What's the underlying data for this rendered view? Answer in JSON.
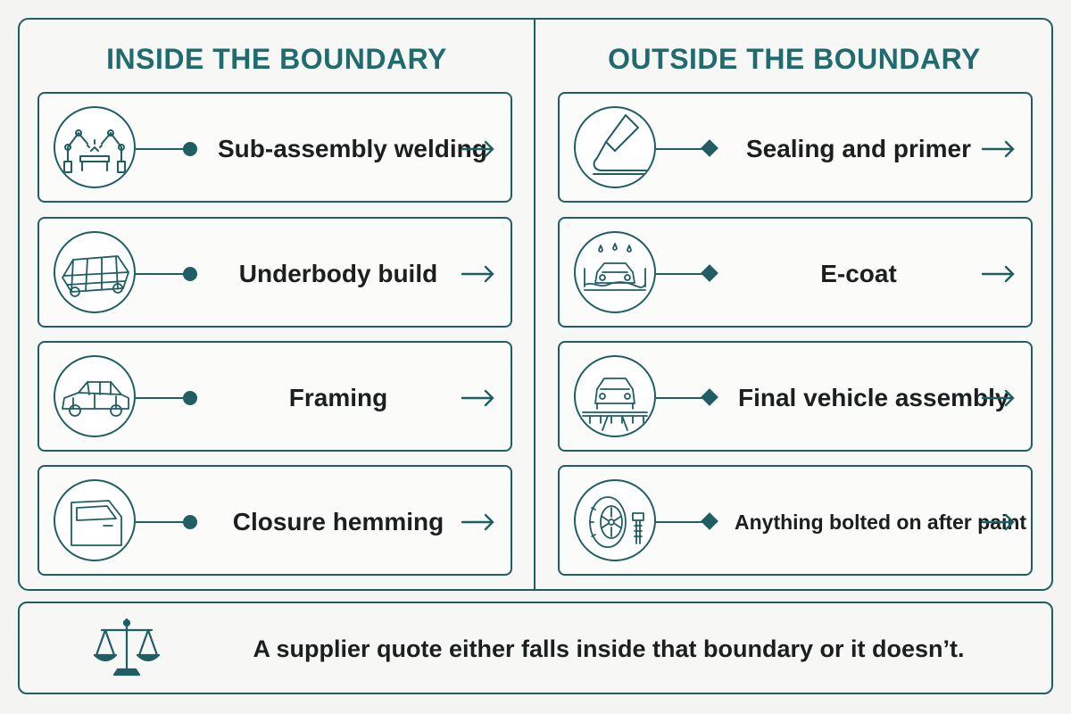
{
  "inside": {
    "title": "INSIDE THE BOUNDARY",
    "items": [
      {
        "label": "Sub-assembly welding",
        "icon": "robot-welding-icon"
      },
      {
        "label": "Underbody build",
        "icon": "underbody-frame-icon"
      },
      {
        "label": "Framing",
        "icon": "car-body-frame-icon"
      },
      {
        "label": "Closure hemming",
        "icon": "car-door-icon"
      }
    ]
  },
  "outside": {
    "title": "OUTSIDE THE BOUNDARY",
    "items": [
      {
        "label": "Sealing and primer",
        "icon": "sealant-gun-icon"
      },
      {
        "label": "E-coat",
        "icon": "car-dip-tank-icon"
      },
      {
        "label": "Final vehicle assembly",
        "icon": "car-on-conveyor-icon"
      },
      {
        "label": "Anything bolted on after paint",
        "icon": "wheel-and-bolt-icon"
      }
    ]
  },
  "footer": {
    "text": "A supplier quote either falls inside that boundary or it doesn’t.",
    "icon": "balance-scale-icon"
  },
  "colors": {
    "teal": "#1f5e63",
    "title_teal": "#1f6b6e",
    "text": "#1b1f1f"
  }
}
